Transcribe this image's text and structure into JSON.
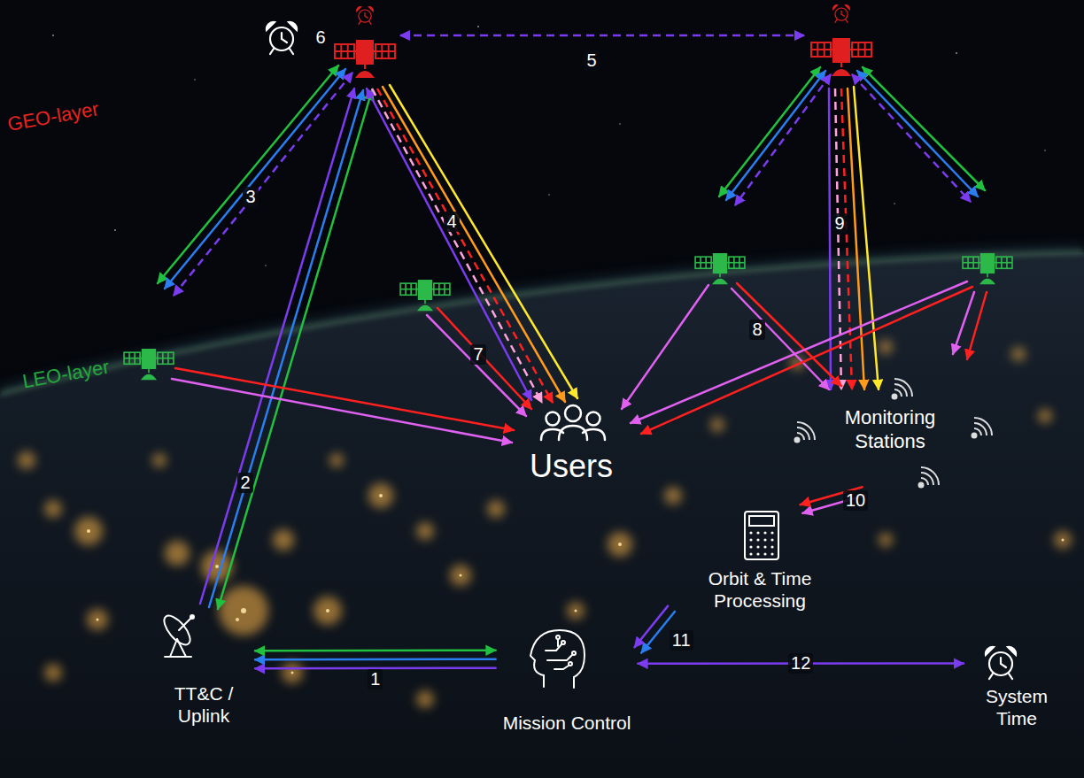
{
  "diagram": {
    "nodes": [
      {
        "text": [
          "Users"
        ]
      },
      {
        "text": [
          "Monitoring Stations"
        ]
      },
      {
        "text": [
          "Orbit & Time Processing"
        ]
      },
      {
        "text": [
          "TT&C / Uplink"
        ]
      },
      {
        "text": [
          "Mission Control"
        ]
      },
      {
        "text": [
          "System Time"
        ]
      }
    ],
    "edges": [
      {
        "from": 4,
        "to": 3,
        "arrow": "both",
        "label": "1"
      },
      {
        "from": 1,
        "to": 2,
        "arrow": "to",
        "label": "10"
      },
      {
        "from": 2,
        "to": 4,
        "arrow": "to",
        "label": "11"
      },
      {
        "from": 4,
        "to": 5,
        "arrow": "both",
        "label": "12"
      }
    ],
    "labels": [
      "GEO-layer",
      "LEO-layer",
      "2",
      "3",
      "4",
      "5",
      "6",
      "7",
      "8",
      "9"
    ]
  }
}
